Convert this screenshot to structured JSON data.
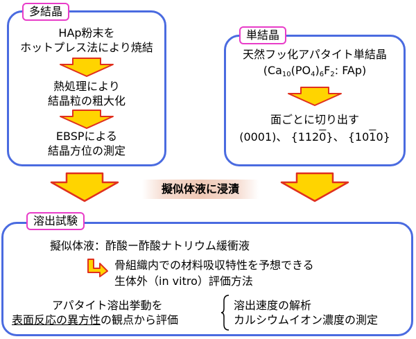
{
  "poly": {
    "tag": "多結晶",
    "step1_line1": "HAp粉末を",
    "step1_line2": "ホットプレス法により焼結",
    "step2_line1": "熱処理により",
    "step2_line2": "結晶粒の粗大化",
    "step3_line1": "EBSPによる",
    "step3_line2": "結晶方位の測定"
  },
  "single": {
    "tag": "単結晶",
    "line1": "天然フッ化アパタイト単結晶",
    "formula_open": "(Ca",
    "formula_sub1": "10",
    "formula_mid": "(PO",
    "formula_sub2": "4",
    "formula_mid2": ")",
    "formula_sub3": "6",
    "formula_F": "F",
    "formula_sub4": "2",
    "formula_end": ": FAp)",
    "cut_line": "面ごとに切り出す",
    "plane1": "(0001)、",
    "plane2_a": "{112",
    "plane2_bar": "0",
    "plane2_b": "}、",
    "plane3_a": "{10",
    "plane3_bar": "1",
    "plane3_b": "0}"
  },
  "immerse_label": "擬似体液に浸漬",
  "dissolution": {
    "tag": "溶出試験",
    "solution": "擬似体液：酢酸ー酢酸ナトリウム緩衝液",
    "predict_line1": "骨組織内での材料吸収特性を予想できる",
    "predict_line2": "生体外（in vitro）評価方法",
    "eval_line1": "アパタイト溶出挙動を",
    "eval_line2_ul": "表面反応の異方性",
    "eval_line2_rest": "の観点から評価",
    "method1": "溶出速度の解析",
    "method2": "カルシウムイオン濃度の測定"
  },
  "colors": {
    "box_border": "#4a6be0",
    "tag_border": "#e83cc8",
    "arrow_fill": "#ffd400",
    "arrow_stroke": "#e0301e",
    "banner_center": "#f0c9b6"
  }
}
